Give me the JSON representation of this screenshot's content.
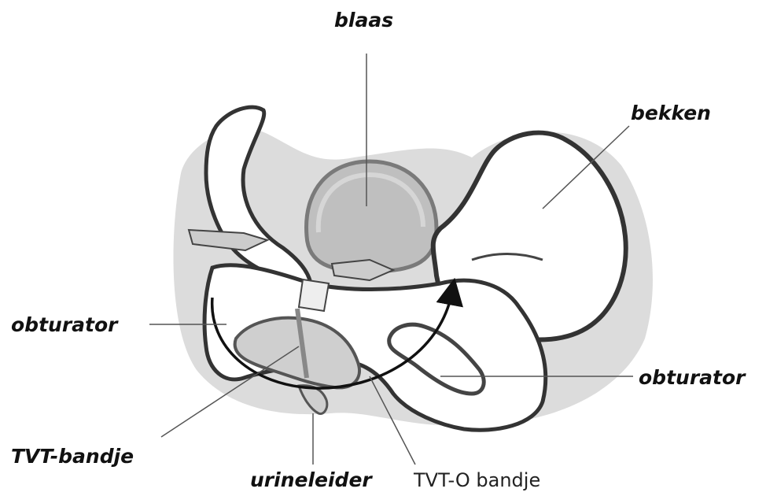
{
  "labels": {
    "blaas": "blaas",
    "bekken": "bekken",
    "obturator_left": "obturator",
    "obturator_right": "obturator",
    "tvt_bandje": "TVT-bandje",
    "urineleider": "urineleider",
    "tvt_o_bandje": "TVT-O bandje"
  },
  "colors": {
    "outline": "#333333",
    "bone_fill": "#ffffff",
    "shadow": "#d9d9d9",
    "bladder_fill": "#bdbdbd",
    "leader_line": "#555555",
    "arrow": "#111111"
  }
}
